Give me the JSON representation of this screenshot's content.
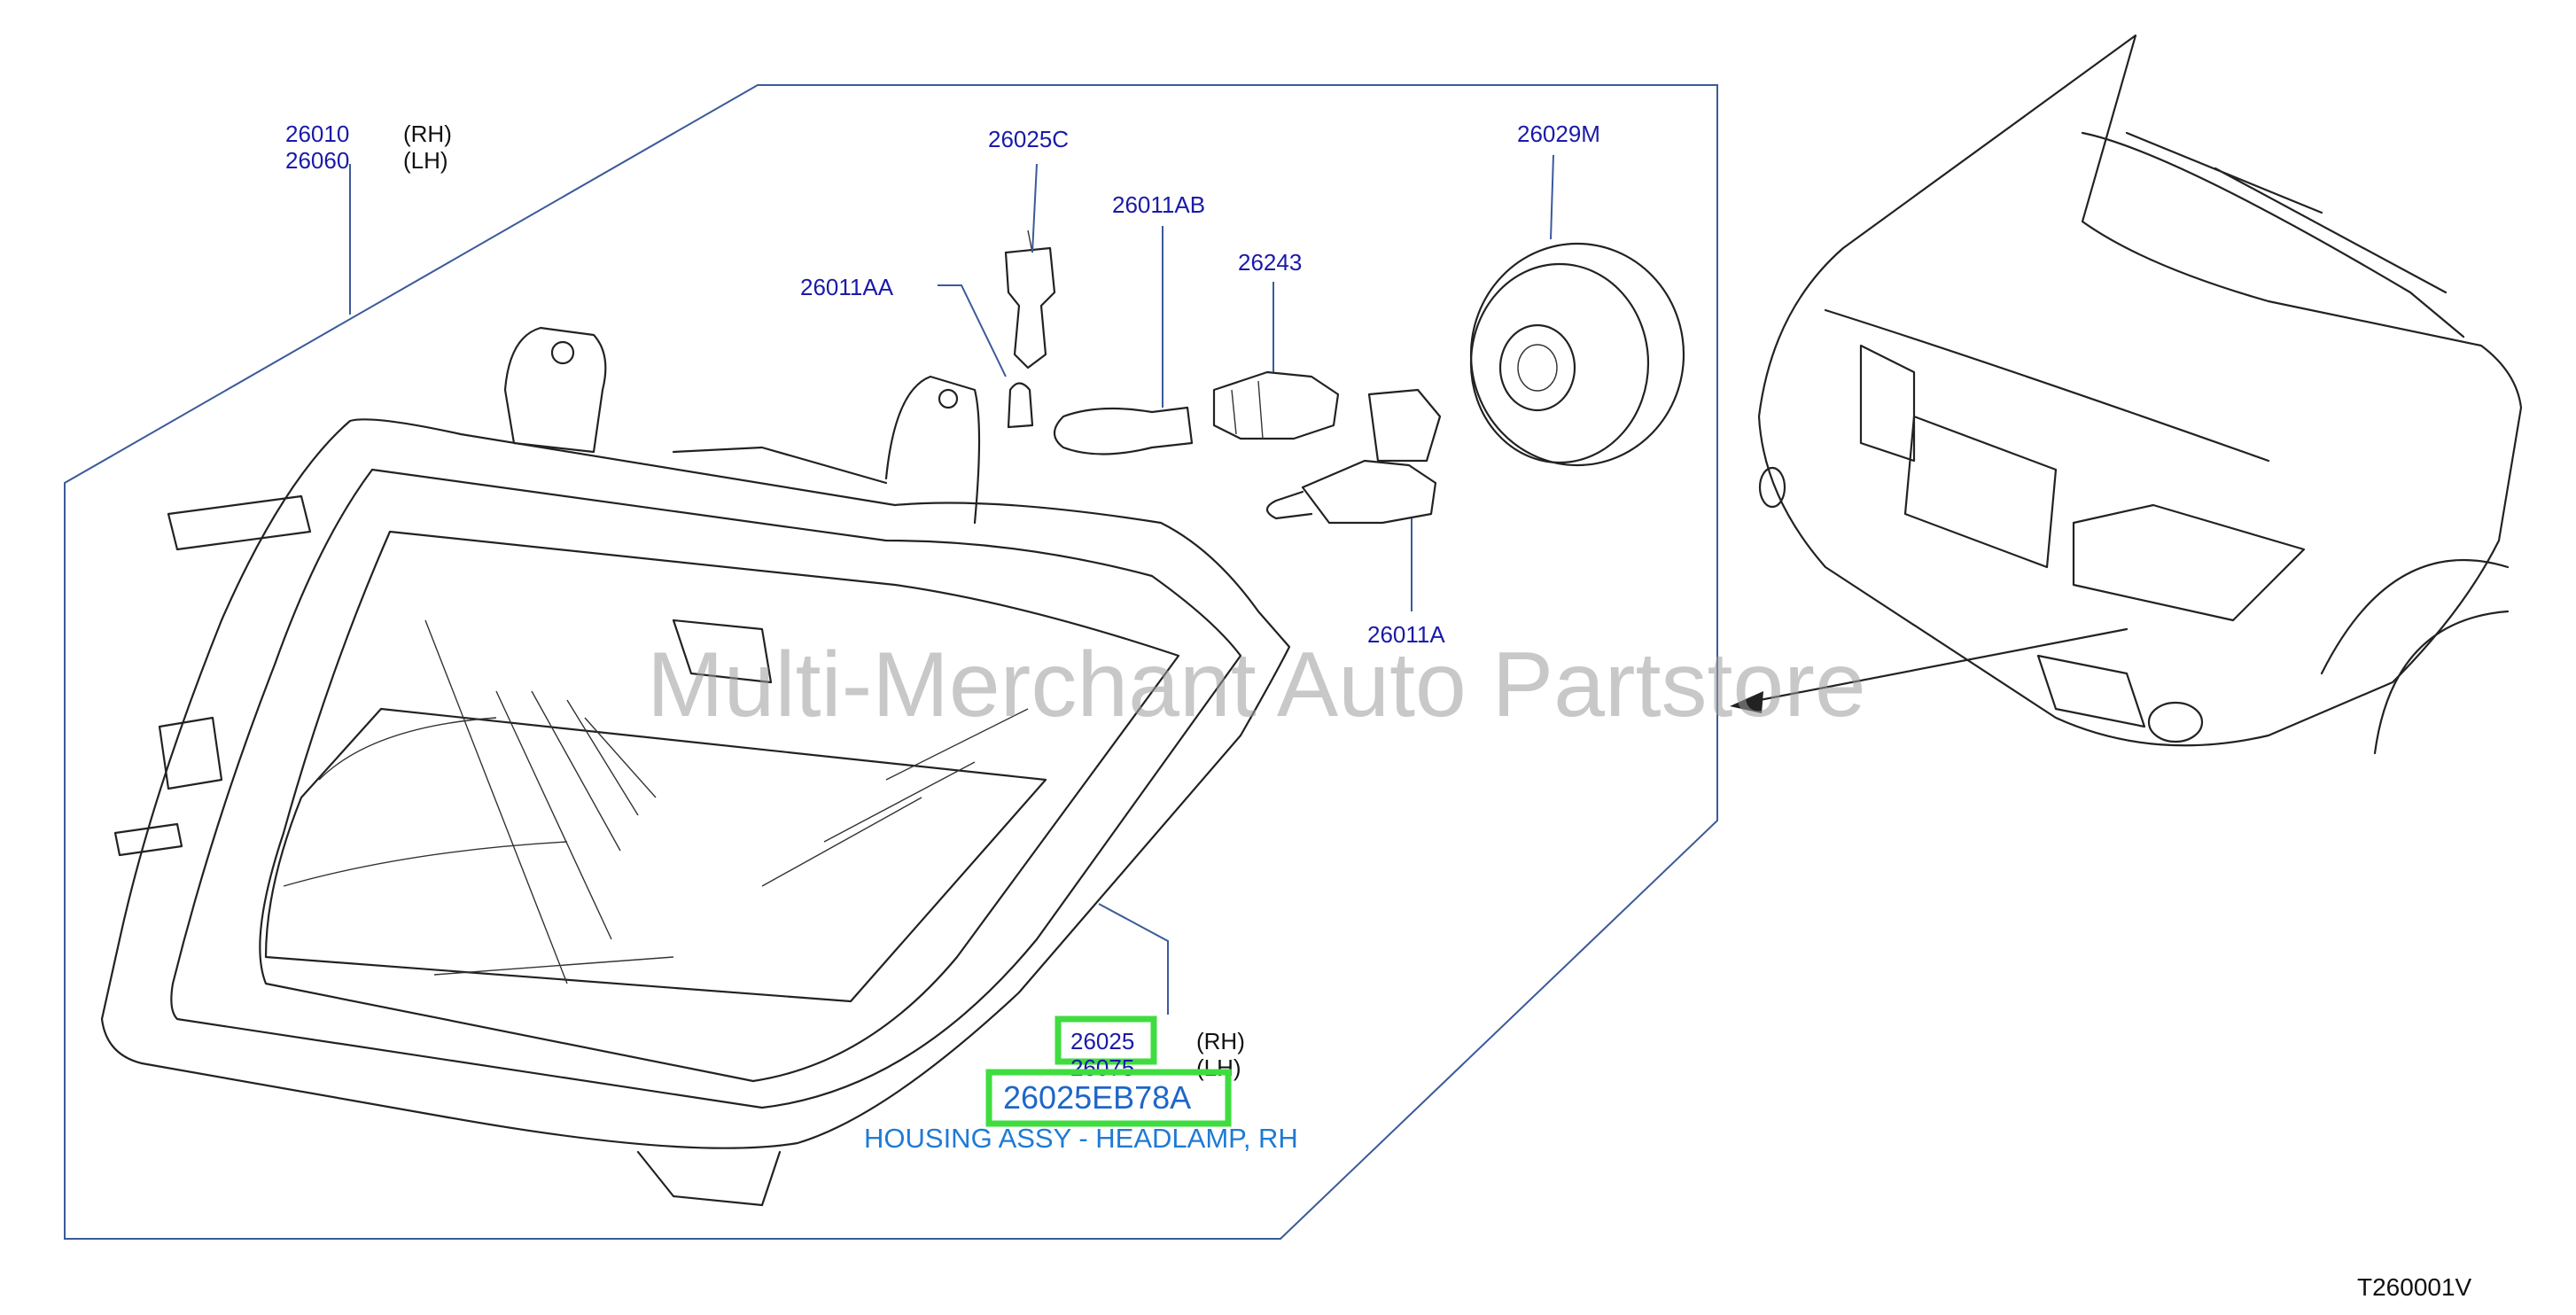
{
  "parts": {
    "assy": {
      "rh_number": "26010",
      "lh_number": "26060",
      "rh_tag": "(RH)",
      "lh_tag": "(LH)"
    },
    "socket_c": "26025C",
    "bulb_aa": "26011AA",
    "bulb_ab": "26011AB",
    "socket_243": "26243",
    "cap_m": "26029M",
    "bulb_a": "26011A",
    "housing": {
      "rh_number": "26025",
      "lh_number": "26075",
      "rh_tag": "(RH)",
      "lh_tag": "(LH)"
    }
  },
  "highlight": {
    "part_number": "26025EB78A",
    "description": "HOUSING ASSY - HEADLAMP, RH",
    "color": "#3fdc3f"
  },
  "watermark": "Multi-Merchant Auto Partstore",
  "diagram_id": "T260001V",
  "colors": {
    "callout": "#1a1aa8",
    "frame": "#3a5a9a",
    "description": "#1e7ad6"
  }
}
